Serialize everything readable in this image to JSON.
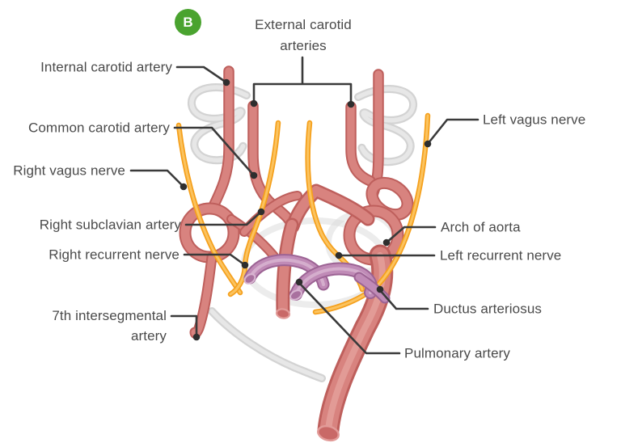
{
  "figure": {
    "badge": "B",
    "labels": {
      "internal_carotid": "Internal carotid artery",
      "external_carotid_line1": "External carotid",
      "external_carotid_line2": "arteries",
      "common_carotid": "Common carotid artery",
      "right_vagus": "Right vagus nerve",
      "right_subclavian": "Right subclavian artery",
      "right_recurrent": "Right recurrent nerve",
      "seventh_intersegmental_line1": "7th intersegmental",
      "seventh_intersegmental_line2": "artery",
      "left_vagus": "Left vagus nerve",
      "arch_of_aorta": "Arch of aorta",
      "left_recurrent": "Left recurrent nerve",
      "ductus_arteriosus": "Ductus arteriosus",
      "pulmonary_artery": "Pulmonary artery"
    },
    "colors": {
      "artery_red": "#D8837F",
      "artery_edge": "#BE5F5C",
      "nerve_orange": "#F5A01C",
      "pulmonary_purple": "#C08BB7",
      "pulmonary_edge": "#9C6394",
      "regressed_gray": "#D9D9D9",
      "leader": "#3A3A3A",
      "text": "#4A4A4A",
      "badge_green": "#4AA32F",
      "background": "#FFFFFF"
    }
  }
}
